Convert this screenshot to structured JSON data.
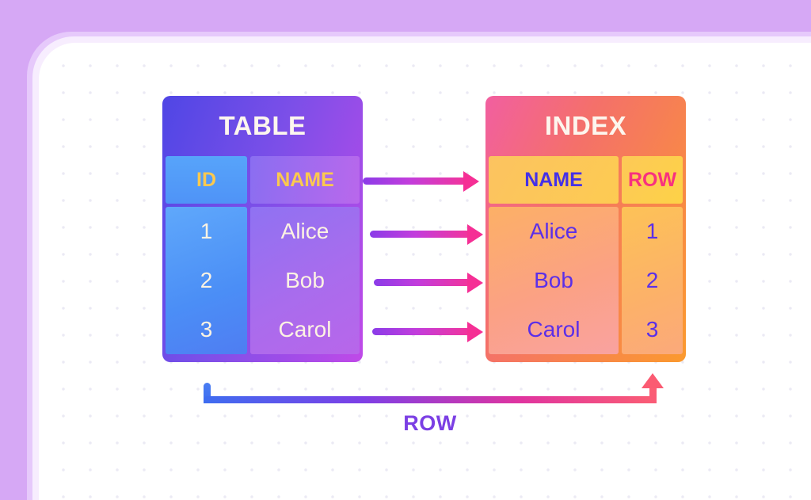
{
  "canvas": {
    "background_color": "#d6a8f5",
    "card_color": "#ffffff",
    "ring_outer_color": "#e6c9fb",
    "ring_inner_color": "#f7edfe",
    "dot_color": "#e8e6f2"
  },
  "table_panel": {
    "title": "TABLE",
    "title_color": "#fdf6ee",
    "header_text_color": "#fbc94f",
    "cell_text_color": "#fdf3e2",
    "columns": [
      {
        "key": "id",
        "header": "ID"
      },
      {
        "key": "name",
        "header": "NAME"
      }
    ],
    "rows": [
      {
        "id": "1",
        "name": "Alice"
      },
      {
        "id": "2",
        "name": "Bob"
      },
      {
        "id": "3",
        "name": "Carol"
      }
    ]
  },
  "index_panel": {
    "title": "INDEX",
    "title_color": "#fdf6ee",
    "header_name_color": "#4530e8",
    "header_row_color": "#f8317f",
    "cell_text_color": "#5b2fe8",
    "columns": [
      {
        "key": "name",
        "header": "NAME"
      },
      {
        "key": "row",
        "header": "ROW"
      }
    ],
    "rows": [
      {
        "name": "Alice",
        "row": "1"
      },
      {
        "name": "Bob",
        "row": "2"
      },
      {
        "name": "Carol",
        "row": "3"
      }
    ]
  },
  "connector": {
    "label": "ROW",
    "label_color": "#7b3fe4",
    "arrow_gradient_start": "#8b3ce8",
    "arrow_gradient_end": "#f3349a",
    "bottom_gradient_start": "#3e6df0",
    "bottom_gradient_end": "#fb5e73"
  },
  "mapping_arrows": [
    {
      "name": "header-mapping"
    },
    {
      "name": "alice-mapping"
    },
    {
      "name": "bob-mapping"
    },
    {
      "name": "carol-mapping"
    }
  ]
}
